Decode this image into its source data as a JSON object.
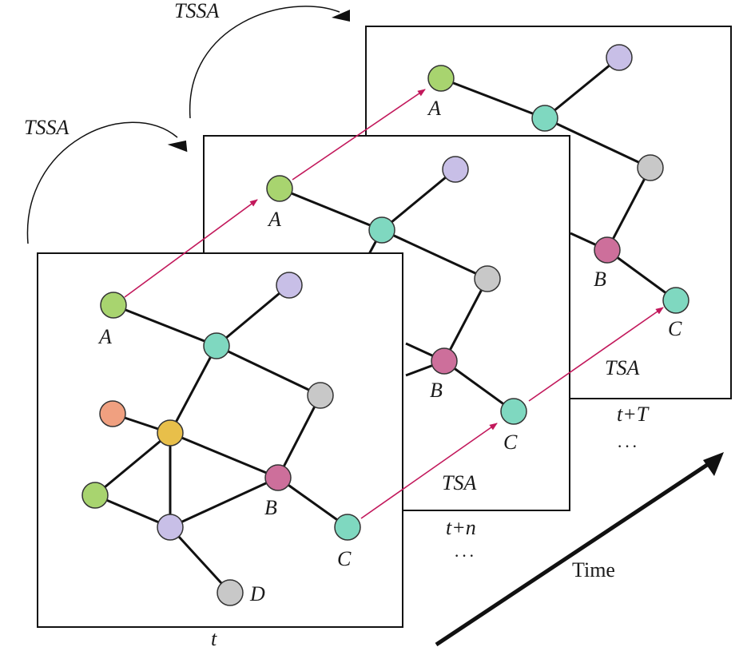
{
  "labels": {
    "tssa_top": "TSSA",
    "tssa_left": "TSSA",
    "tsa_mid": "TSA",
    "tsa_back": "TSA",
    "time_t": "t",
    "time_tn": "t+n",
    "time_tT": "t+T",
    "ellipsis_mid": "···",
    "ellipsis_back": "···",
    "time_axis": "Time"
  },
  "nodes": {
    "A": "A",
    "B": "B",
    "C": "C",
    "D": "D"
  },
  "colors": {
    "green": "#a8d46f",
    "lavender": "#c8bfe7",
    "teal": "#7fd8c0",
    "gray": "#c8c8c8",
    "magenta": "#cd6f9b",
    "salmon": "#f0a080",
    "yellow": "#e8bf4a",
    "tsa_arrow": "#c2185b"
  }
}
